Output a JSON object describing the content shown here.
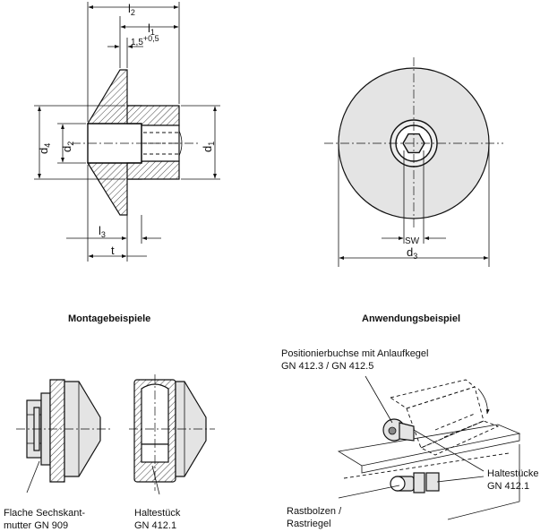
{
  "section_headings": {
    "mounting_examples": "Montagebeispiele",
    "application_example": "Anwendungsbeispiel"
  },
  "dimensions": {
    "l2": "l",
    "l2_sub": "2",
    "l1": "l",
    "l1_sub": "1",
    "offset": "1,5",
    "offset_tol": "+0,5",
    "d4": "d",
    "d4_sub": "4",
    "d2": "d",
    "d2_sub": "2",
    "d1": "d",
    "d1_sub": "1",
    "l3": "l",
    "l3_sub": "3",
    "t": "t",
    "sw": "SW",
    "d3": "d",
    "d3_sub": "3"
  },
  "mounting_labels": {
    "nut_line1": "Flache Sechskant-",
    "nut_line2": "mutter GN 909",
    "holder_line1": "Haltestück",
    "holder_line2": "GN 412.1"
  },
  "application_labels": {
    "bushing_line1": "Positionierbuchse mit Anlaufkegel",
    "bushing_line2": "GN 412.3 / GN 412.5",
    "holder_line1": "Haltestücke",
    "holder_line2": "GN 412.1",
    "bolt_line1": "Rastbolzen /",
    "bolt_line2": "Rastriegel"
  },
  "colors": {
    "line": "#111111",
    "part_fill": "#e4e4e4",
    "background": "#ffffff"
  }
}
